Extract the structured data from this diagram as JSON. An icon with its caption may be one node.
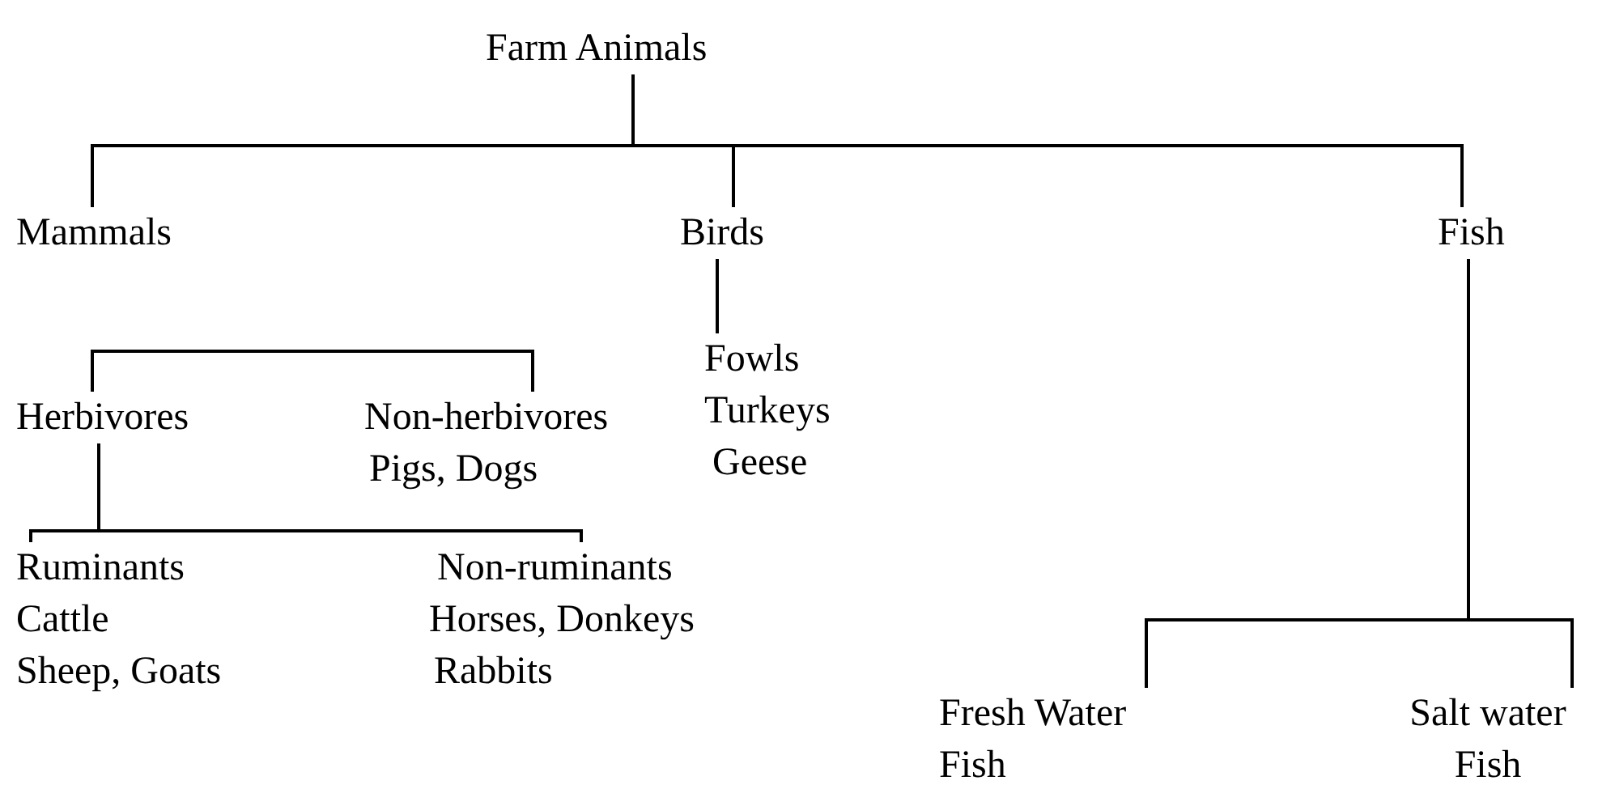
{
  "diagram": {
    "nodes": [
      {
        "text": [
          "Farm Animals"
        ]
      },
      {
        "text": [
          "Mammals"
        ]
      },
      {
        "text": [
          "Birds"
        ]
      },
      {
        "text": [
          "Fish"
        ]
      },
      {
        "text": [
          "Herbivores"
        ]
      },
      {
        "text": [
          "Non-herbivores",
          "Pigs, Dogs"
        ]
      },
      {
        "text": [
          "Fowls",
          "Turkeys",
          "Geese"
        ]
      },
      {
        "text": [
          "Ruminants",
          "Cattle",
          "Sheep, Goats"
        ]
      },
      {
        "text": [
          "Non-ruminants",
          "Horses, Donkeys",
          "Rabbits"
        ]
      },
      {
        "text": [
          "Fresh Water Fish"
        ]
      },
      {
        "text": [
          "Salt water Fish"
        ]
      }
    ],
    "edges": [
      {
        "from": 0,
        "to": 1,
        "arrow": "none"
      },
      {
        "from": 0,
        "to": 2,
        "arrow": "none"
      },
      {
        "from": 0,
        "to": 3,
        "arrow": "none"
      },
      {
        "from": 2,
        "to": 6,
        "arrow": "none"
      },
      {
        "from": 4,
        "to": 5,
        "arrow": "none"
      },
      {
        "from": 4,
        "to": 7,
        "arrow": "none"
      },
      {
        "from": 4,
        "to": 8,
        "arrow": "none"
      },
      {
        "from": 3,
        "to": 9,
        "arrow": "none"
      },
      {
        "from": 3,
        "to": 10,
        "arrow": "none"
      }
    ]
  }
}
